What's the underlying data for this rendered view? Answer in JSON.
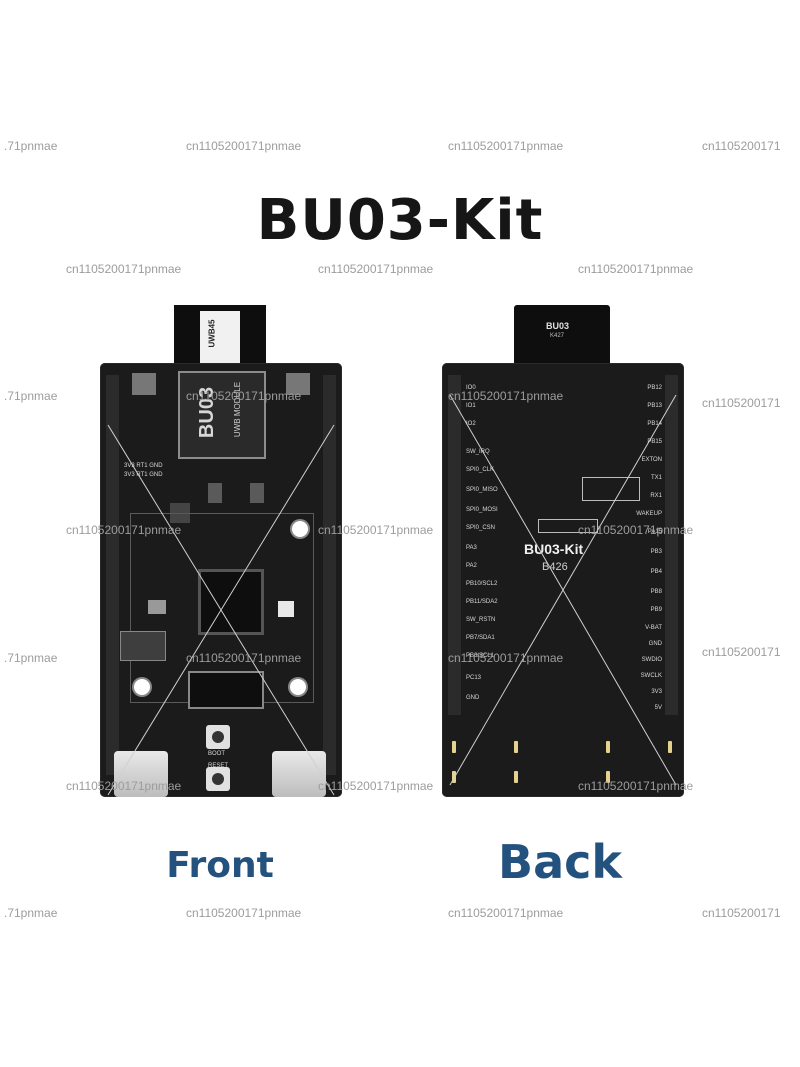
{
  "title": "BU03-Kit",
  "captions": {
    "front": "Front",
    "back": "Back"
  },
  "watermark": {
    "text_full": "cn1105200171pnmae",
    "text_cut": ".71pnmae",
    "text_cut_right": "cn1105200171"
  },
  "front_board": {
    "antenna_label": "UWB45",
    "module_brand": "BU03",
    "module_line": "UWB MODULE",
    "power_labels": [
      "3V3 RT1 GND",
      "3V3 RT1 GND"
    ],
    "button_labels": [
      "BOOT",
      "RESET"
    ]
  },
  "back_board": {
    "antenna_label": "BU03",
    "antenna_sub": "K427",
    "board_name": "BU03-Kit",
    "board_code": "B426",
    "left_pins": [
      "IO0",
      "IO1",
      "IO2",
      "SW_IRQ",
      "SPI0_CLK",
      "SPI0_MISO",
      "SPI0_MOSI",
      "SPI0_CSN",
      "PA3",
      "PA2",
      "PB10/SCL2",
      "PB11/SDA2",
      "SW_RSTN",
      "PB7/SDA1",
      "PB6/SCL1",
      "PC13",
      "GND"
    ],
    "right_pins": [
      "PB12",
      "PB13",
      "PB14",
      "PB15",
      "EXTON",
      "TX1",
      "RX1",
      "WAKEUP",
      "PA15",
      "PB3",
      "PB4",
      "PB8",
      "PB9",
      "V-BAT",
      "GND",
      "SWDIO",
      "SWCLK",
      "3V3",
      "5V"
    ]
  },
  "colors": {
    "title": "#161616",
    "caption": "#24527e",
    "pcb": "#1b1b1b",
    "watermark": "#9c9c9c"
  }
}
